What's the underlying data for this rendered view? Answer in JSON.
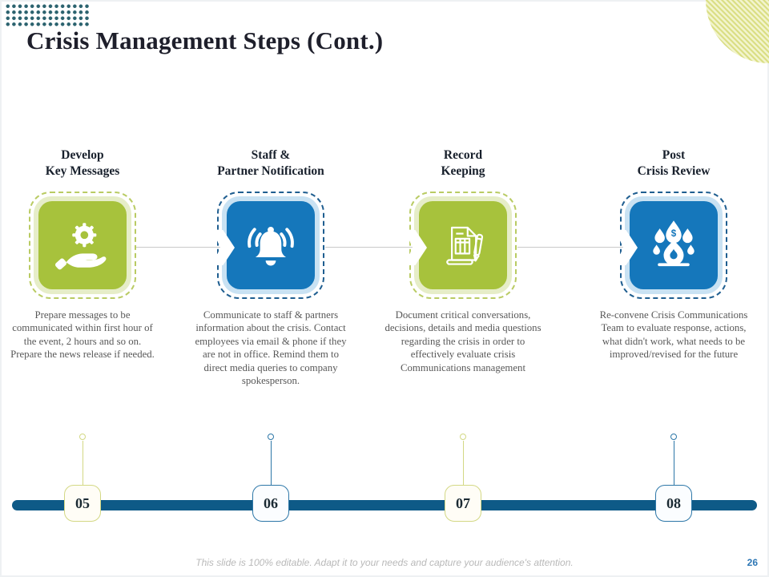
{
  "slide": {
    "title": "Crisis Management Steps (Cont.)",
    "footer": "This slide is 100% editable. Adapt it to your needs and capture your audience's attention.",
    "page_number": "26"
  },
  "colors": {
    "green": "#a7c23c",
    "tint_green": "#e6edc8",
    "dash_green": "#b9cb63",
    "stem_green": "#d3d884",
    "blue": "#1577bb",
    "tint_blue": "#c9e2f3",
    "dash_blue": "#1f5e90",
    "stem_blue": "#2d77a8",
    "bar": "#0e5a87",
    "title": "#1e1f2b",
    "step_title": "#18202c",
    "body_text": "#585858",
    "footer_text": "#b9b9b9",
    "page_number": "#2e77b5",
    "dots": "#2c636f",
    "corner_a": "#dade84",
    "corner_b": "#f2f4cd",
    "connector": "#c9c9c9"
  },
  "steps": [
    {
      "number": "05",
      "title_line1": "Develop",
      "title_line2": "Key Messages",
      "icon": "hand-gear-icon",
      "theme": "green",
      "description": "Prepare messages to be communicated within first hour of the event, 2 hours and so on. Prepare the news release if needed."
    },
    {
      "number": "06",
      "title_line1": "Staff &",
      "title_line2": "Partner Notification",
      "icon": "alert-bell-icon",
      "theme": "blue",
      "description": "Communicate to staff & partners information about the crisis. Contact employees via email & phone if they are not in office. Remind them to direct media queries to company spokesperson."
    },
    {
      "number": "07",
      "title_line1": "Record",
      "title_line2": "Keeping",
      "icon": "document-pen-icon",
      "theme": "green",
      "description": "Document critical conversations, decisions, details and media questions regarding the crisis in order to effectively evaluate crisis Communications management"
    },
    {
      "number": "08",
      "title_line1": "Post",
      "title_line2": "Crisis Review",
      "icon": "fire-droplets-icon",
      "theme": "blue",
      "description": "Re-convene Crisis Communications Team to evaluate response, actions, what didn't work, what needs to be improved/revised for the future"
    }
  ]
}
